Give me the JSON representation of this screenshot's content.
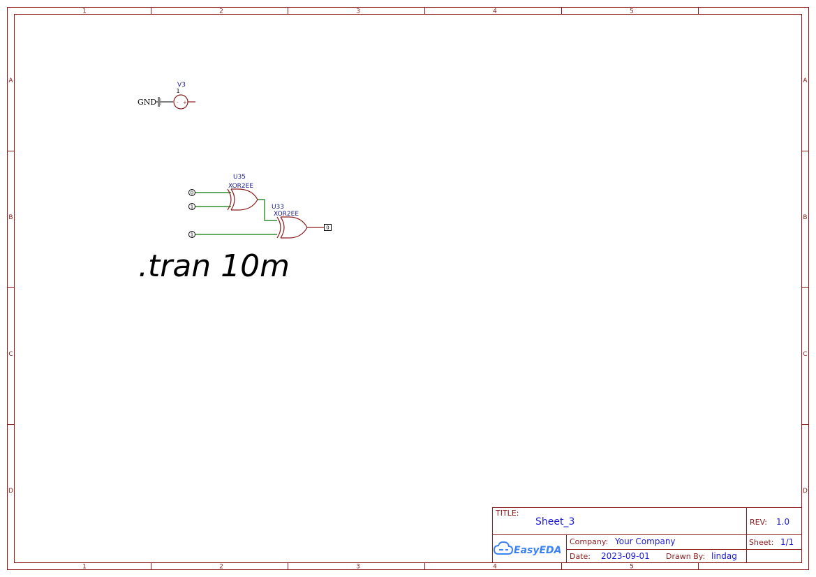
{
  "sheet": {
    "col_labels": [
      "1",
      "2",
      "3",
      "4",
      "5"
    ],
    "row_labels": [
      "A",
      "B",
      "C",
      "D"
    ]
  },
  "colors": {
    "frame": "#8b1a1a",
    "wire": "#2e8b2e",
    "value_text": "#1a1adb",
    "logo": "#3b82f6"
  },
  "components": {
    "gnd": {
      "label": "GND"
    },
    "v3": {
      "ref": "V3",
      "value": "1",
      "minus": "-",
      "plus": "+"
    },
    "u35": {
      "ref": "U35",
      "model": "XOR2EE"
    },
    "u33": {
      "ref": "U33",
      "model": "XOR2EE"
    }
  },
  "ports": {
    "in_a": "0",
    "in_b": "1",
    "in_c": "1",
    "out": "0"
  },
  "spice_directive": ".tran 10m",
  "title_block": {
    "title_label": "TITLE:",
    "title_value": "Sheet_3",
    "rev_label": "REV:",
    "rev_value": "1.0",
    "company_label": "Company:",
    "company_value": "Your Company",
    "sheet_label": "Sheet:",
    "sheet_value": "1/1",
    "date_label": "Date:",
    "date_value": "2023-09-01",
    "drawn_label": "Drawn By:",
    "drawn_value": "lindag",
    "logo_text": "EasyEDA",
    "logo_icon": "cloud-icon"
  }
}
